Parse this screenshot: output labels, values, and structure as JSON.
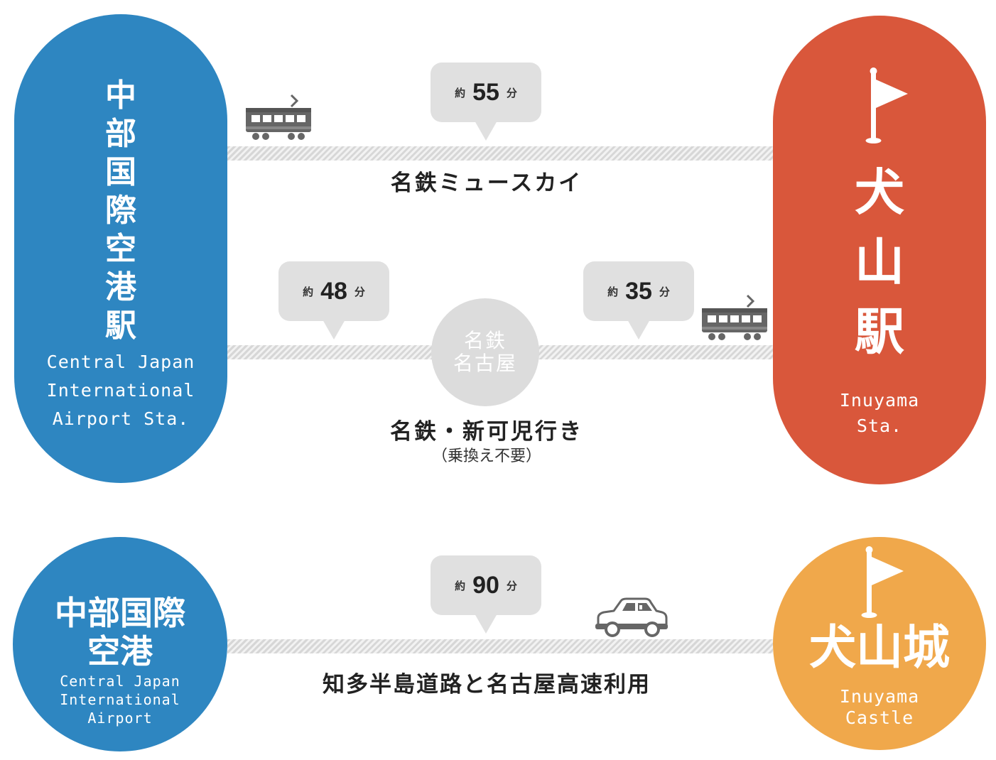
{
  "colors": {
    "blue": "#2e86c1",
    "red": "#d9573b",
    "orange": "#f0a84b",
    "bubble": "#e0e0e0",
    "icon": "#666666"
  },
  "route1": {
    "from": {
      "name_ja": "中部国際空港駅",
      "name_en": [
        "Central Japan",
        "International",
        "Airport Sta."
      ]
    },
    "to": {
      "name_ja": "犬山駅",
      "name_en": [
        "Inuyama",
        "Sta."
      ]
    },
    "direct": {
      "prefix": "約",
      "minutes": "55",
      "unit": "分",
      "label": "名鉄ミュースカイ",
      "icon": "train-icon"
    },
    "via": {
      "leg1": {
        "prefix": "約",
        "minutes": "48",
        "unit": "分"
      },
      "leg2": {
        "prefix": "約",
        "minutes": "35",
        "unit": "分"
      },
      "hub": [
        "名鉄",
        "名古屋"
      ],
      "label": "名鉄・新可児行き",
      "note": "（乗換え不要）",
      "icon": "train-icon"
    }
  },
  "route2": {
    "from": {
      "name_ja": [
        "中部国際",
        "空港"
      ],
      "name_en": [
        "Central Japan",
        "International",
        "Airport"
      ]
    },
    "to": {
      "name_ja": "犬山城",
      "name_en": [
        "Inuyama",
        "Castle"
      ]
    },
    "drive": {
      "prefix": "約",
      "minutes": "90",
      "unit": "分",
      "label": "知多半島道路と名古屋高速利用",
      "icon": "car-icon"
    }
  }
}
